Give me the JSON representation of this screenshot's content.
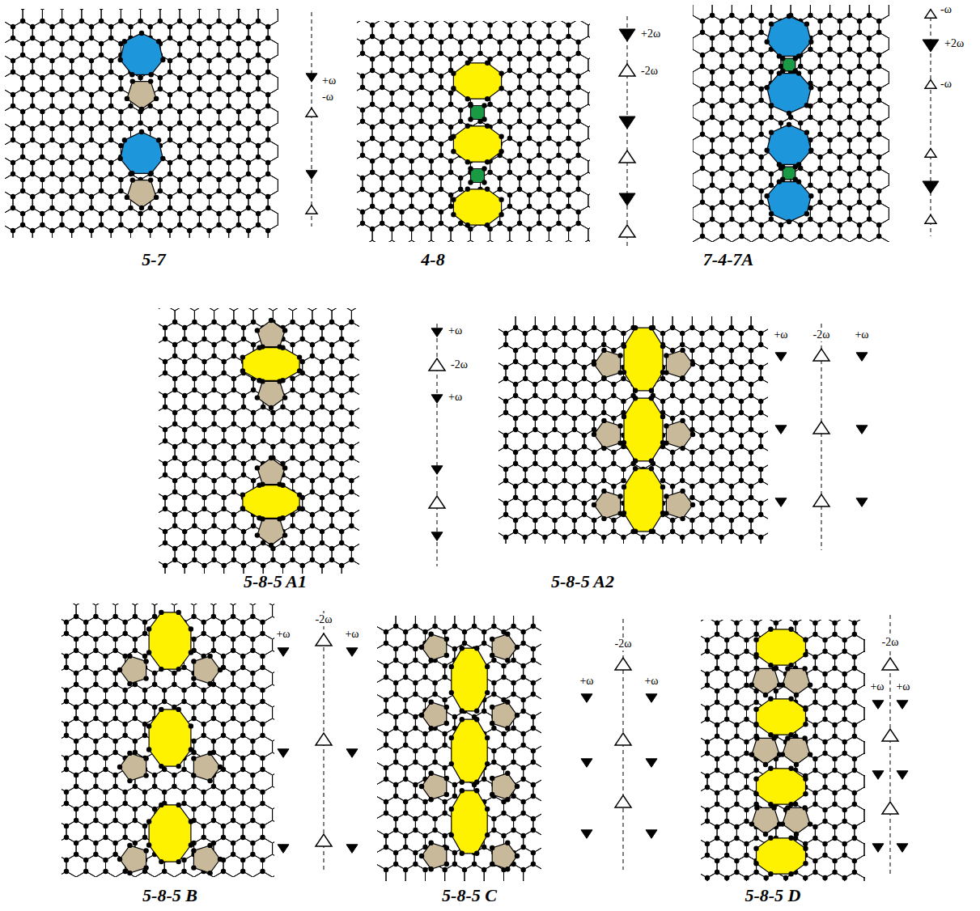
{
  "diagram": {
    "labels": [
      "+ω",
      "-ω",
      "5-7",
      "+2ω",
      "-2ω",
      "4-8",
      "-ω",
      "+2ω",
      "-ω",
      "7-4-7A",
      "+ω",
      "-2ω",
      "+ω",
      "5-8-5 A1",
      "+ω",
      "-2ω",
      "+ω",
      "5-8-5 A2",
      "-2ω",
      "+ω",
      "+ω",
      "5-8-5 B",
      "-2ω",
      "+ω",
      "+ω",
      "5-8-5 C",
      "-2ω",
      "+ω",
      "+ω",
      "5-8-5 D"
    ]
  }
}
